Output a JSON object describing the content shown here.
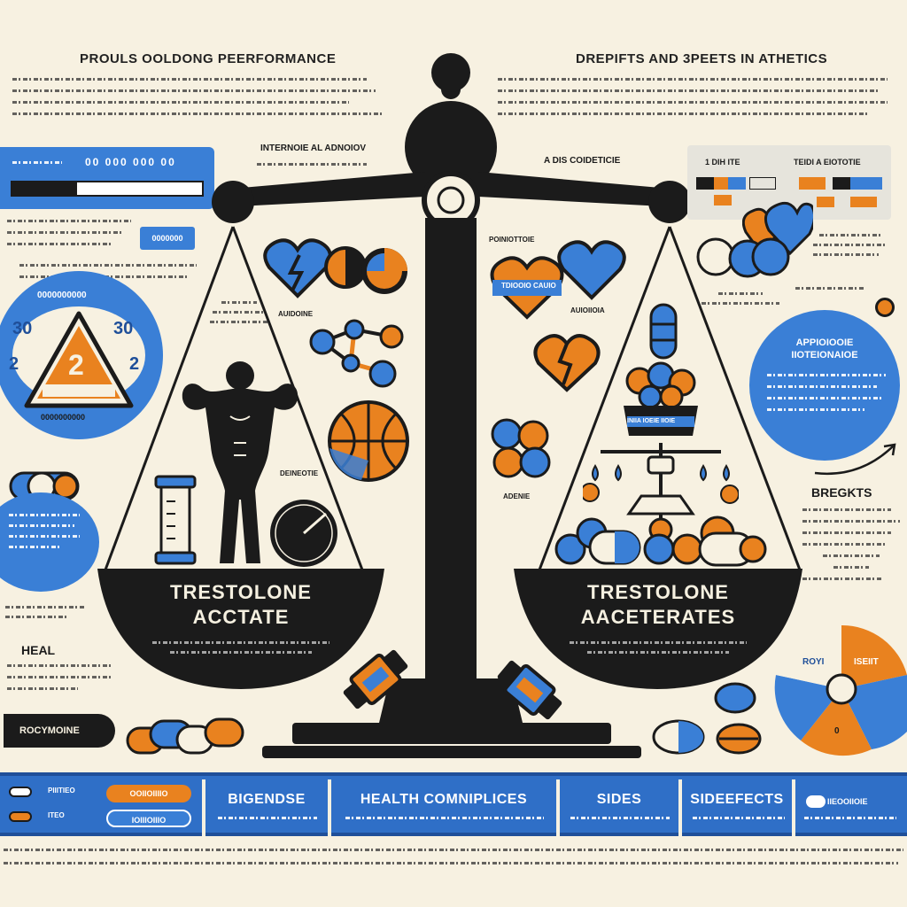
{
  "header": {
    "left_title": "PROULS OOLDONG PEERFORMANCE",
    "right_title": "DREPIFTS AND 3PEETS IN ATHETICS"
  },
  "left_panel": {
    "blue_strip_label": "00 000 000 00",
    "small_button": "0000000",
    "warning_circle": {
      "top_label": "0000000000",
      "left_top": "30",
      "right_top": "30",
      "left_mid": "2",
      "right_mid": "2",
      "triangle_number": "2",
      "bottom_label": "0000000000"
    },
    "heal_label": "HEAL",
    "rocky_button": "ROCYMOINE"
  },
  "center": {
    "top_note": "INTERNOIE AL ADNOIOV",
    "right_note": "A DIS COIDETICIE",
    "left_pan_title_1": "TRESTOLONE",
    "left_pan_title_2": "ACCTATE",
    "right_pan_title_1": "TRESTOLONE",
    "right_pan_title_2": "AACETERATES",
    "left_tray_labels": [
      "AUIDOINE",
      "DEINEOTIE"
    ],
    "right_tray_labels": [
      "POINIOTTOIE",
      "AUIOIIOIA",
      "ADENIE"
    ],
    "banner_label": "TDIOOIO CAUIO",
    "bowl_label": "INIIA IOEIE IIOIE"
  },
  "right_panel": {
    "table_headers": [
      "1 DIH ITE",
      "TEIDI A EIOTOTIE"
    ],
    "circle_title": "APPIOIOOIE IIOTEIONAIOE",
    "benefits_label": "BREGKTS",
    "pie_labels": [
      "ROYI",
      "ISEIIT",
      "0"
    ]
  },
  "bottom_bar": {
    "cells": [
      "PIIITIEO",
      "BIGENDSE",
      "HEALTH COMNIPLICES",
      "SIDES",
      "SIDEEFECTS",
      "IIEOOIIOIE"
    ],
    "orange_pill_1": "OOIIOIIIIO",
    "orange_pill_2": "IOIIIOIIIO",
    "small_text": "ITEO"
  },
  "colors": {
    "background": "#f7f1e1",
    "blue": "#3a7fd6",
    "orange": "#e9821f",
    "black": "#1b1b1b"
  },
  "icons": [
    "heart-icon",
    "molecule-icon",
    "basketball-icon",
    "bodybuilder-icon",
    "pill-icon",
    "dumbbell-icon",
    "warning-icon",
    "balance-scale-icon",
    "pie-chart-icon"
  ]
}
